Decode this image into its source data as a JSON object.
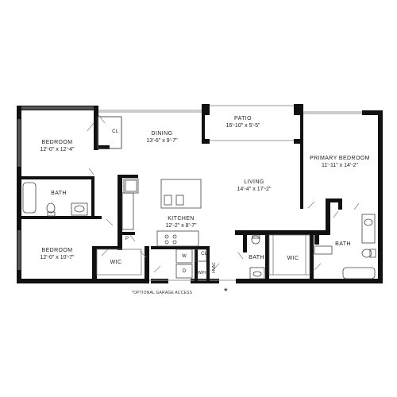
{
  "rooms": {
    "patio": {
      "name": "PATIO",
      "dims": "16'-10\" x 5'-5\""
    },
    "dining": {
      "name": "DINING",
      "dims": "13'-6\" x 9'-7\""
    },
    "bedroom1": {
      "name": "BEDROOM",
      "dims": "12'-0\" x 12'-4\""
    },
    "bath1": {
      "name": "BATH"
    },
    "living": {
      "name": "LIVING",
      "dims": "14'-4\" x 17'-2\""
    },
    "primary": {
      "name": "PRIMARY BEDROOM",
      "dims": "11'-11\" x 14'-2\""
    },
    "kitchen": {
      "name": "KITCHEN",
      "dims": "12'-2\" x 8'-7\""
    },
    "bedroom2": {
      "name": "BEDROOM",
      "dims": "12'-0\" x 10'-7\""
    },
    "wic1": {
      "name": "WIC"
    },
    "bath2": {
      "name": "BATH"
    },
    "wic2": {
      "name": "WIC"
    },
    "bath3": {
      "name": "BATH"
    }
  },
  "small_labels": {
    "cl1": "CL",
    "pantry": "P",
    "washer": "W",
    "dryer": "D",
    "cl2": "CL",
    "wh": "W/H",
    "hvac": "HVAC"
  },
  "note": "*OPTIONAL GARAGE ACCESS",
  "marker": "*"
}
